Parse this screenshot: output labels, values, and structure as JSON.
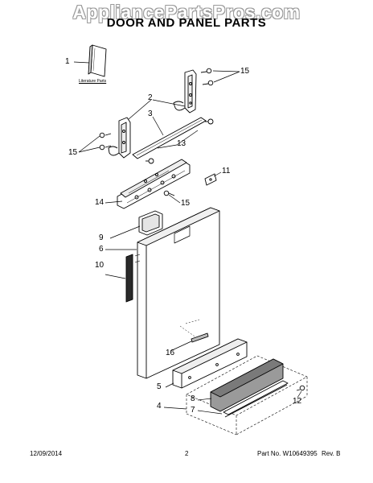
{
  "watermark": "AppliancePartsPros.com",
  "title": "DOOR AND PANEL PARTS",
  "literature_label": "Literature Parts",
  "callouts": {
    "c1": "1",
    "c2": "2",
    "c3": "3",
    "c4": "4",
    "c5": "5",
    "c6": "6",
    "c7": "7",
    "c8": "8",
    "c9": "9",
    "c10": "10",
    "c11": "11",
    "c12": "12",
    "c13": "13",
    "c14": "14",
    "c15_top": "15",
    "c15_left": "15",
    "c15_mid": "15",
    "c16": "16"
  },
  "footer": {
    "date": "12/09/2014",
    "page": "2",
    "part_no": "Part No. W10649395",
    "rev": "Rev. B"
  }
}
